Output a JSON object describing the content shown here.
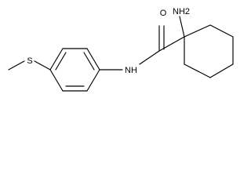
{
  "molecule": {
    "atoms": {
      "amine": "NH2",
      "carbonyl_oxygen": "O",
      "amide_nitrogen": "NH",
      "sulfur": "S"
    }
  }
}
